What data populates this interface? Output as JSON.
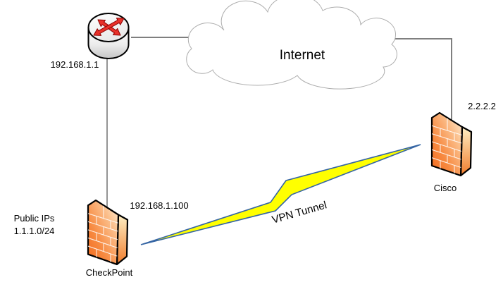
{
  "diagram": {
    "type": "network-topology",
    "nodes": {
      "router": {
        "ip": "192.168.1.1",
        "icon": "router-icon"
      },
      "internet": {
        "label": "Internet",
        "icon": "cloud-icon"
      },
      "cisco": {
        "name": "Cisco",
        "ip": "2.2.2.2",
        "icon": "firewall-icon"
      },
      "checkpoint": {
        "name": "CheckPoint",
        "ip": "192.168.1.100",
        "icon": "firewall-icon"
      },
      "public_network": {
        "line1": "Public IPs",
        "line2": "1.1.1.0/24"
      }
    },
    "links": {
      "vpn_tunnel": {
        "label": "VPN Tunnel",
        "icon": "lightning-bolt-icon"
      },
      "router_to_internet": {
        "type": "plain-line"
      },
      "internet_to_cisco": {
        "type": "plain-line"
      },
      "router_to_checkpoint": {
        "type": "plain-line"
      }
    },
    "colors": {
      "firewall_orange": "#F4772E",
      "firewall_highlight": "#FEF3DC",
      "bolt_yellow": "#FFFF00",
      "bolt_outline": "#3565A4",
      "connector_gray": "#7F7F7F",
      "cloud_outline": "#ADADAD",
      "router_arrow_red": "#E8312A"
    }
  }
}
